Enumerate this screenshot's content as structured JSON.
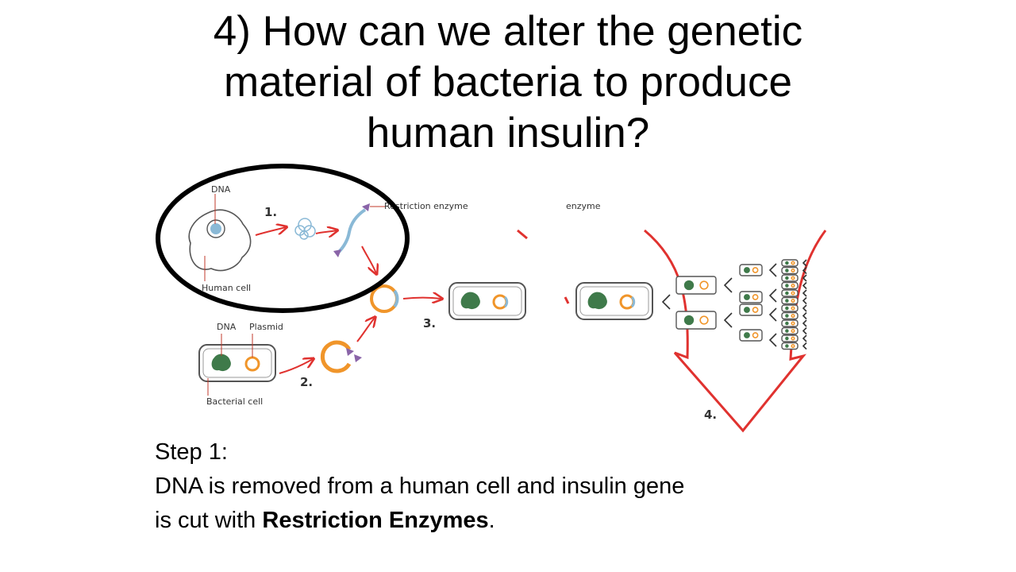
{
  "title": {
    "line1": "4)  How can we alter the genetic",
    "line2": "material of bacteria to produce",
    "line3": "human insulin?"
  },
  "diagram": {
    "labels": {
      "dna_top": "DNA",
      "human_cell": "Human cell",
      "restriction_enzyme": "Restriction enzyme",
      "enzyme": "enzyme",
      "dna_bottom": "DNA",
      "plasmid": "Plasmid",
      "bacterial_cell": "Bacterial cell"
    },
    "steps": [
      "1.",
      "2.",
      "3.",
      "4."
    ],
    "colors": {
      "arrow": "#e0322f",
      "outline": "#555555",
      "human_dna": "#8ab9d6",
      "bacterial_dna": "#3f7a4a",
      "plasmid": "#f0952a",
      "enzyme": "#8a64a8",
      "highlight_circle": "#000000"
    }
  },
  "caption": {
    "heading": "Step 1:",
    "text_prefix": "DNA is removed from a human cell and insulin gene",
    "text_line2_prefix": "is  cut with ",
    "text_bold": "Restriction Enzymes",
    "text_suffix": "."
  }
}
